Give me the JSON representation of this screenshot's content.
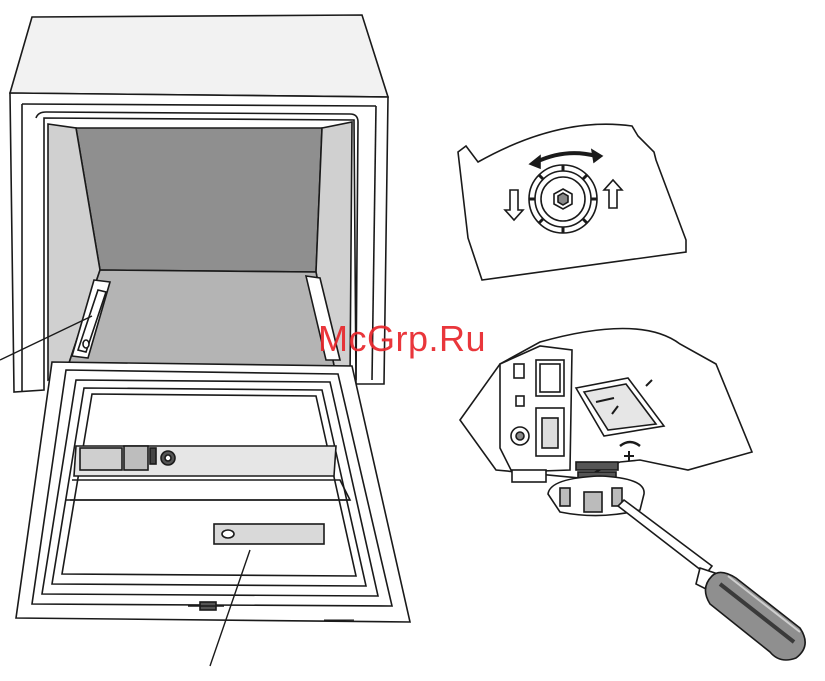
{
  "watermark": {
    "text": "McGrp.Ru",
    "color": "#e8262b"
  },
  "colors": {
    "line": "#1a1a1a",
    "cavity_back": "#8f8f8f",
    "cavity_floor": "#b4b4b4",
    "cabinet_top": "#f2f2f2",
    "door_fill": "#ffffff",
    "panel_fill": "#d9d9d9",
    "screwdriver_dark": "#3a3a3a"
  },
  "icons": {
    "dishwasher": "dishwasher-front-illustration",
    "adjuster_top_view": "rotary-adjuster-top-view",
    "adjuster_side_view": "adjustable-foot-side-view",
    "screwdriver": "screwdriver-icon",
    "arrow_up": "arrow-up-icon",
    "arrow_down": "arrow-down-icon",
    "arrow_rotate": "rotate-arrow-icon"
  }
}
